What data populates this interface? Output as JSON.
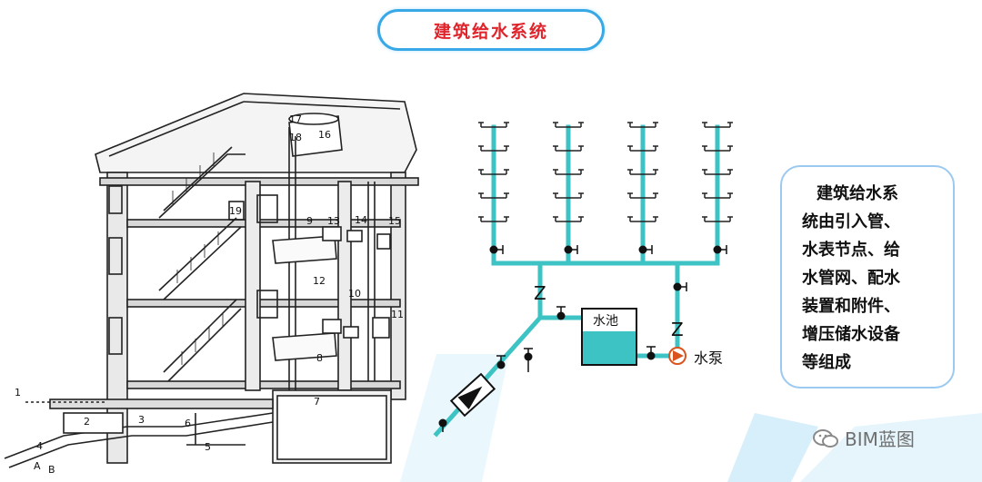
{
  "header": {
    "title": "建筑给水系统"
  },
  "building": {
    "numbers": [
      "1",
      "2",
      "3",
      "4",
      "5",
      "6",
      "7",
      "8",
      "9",
      "10",
      "11",
      "12",
      "13",
      "14",
      "15",
      "16",
      "17",
      "18",
      "19"
    ],
    "pipe_markers": [
      "A",
      "B"
    ]
  },
  "schematic": {
    "tank_label": "水池",
    "pump_label": "水泵",
    "check_valve_label": "Z"
  },
  "description": {
    "lines": [
      "建筑给水系",
      "统由引入管、",
      "水表节点、给",
      "水管网、配水",
      "装置和附件、",
      "增压储水设备",
      "等组成"
    ]
  },
  "watermark": {
    "text": "BIM蓝图"
  },
  "colors": {
    "accent": "#39a8e6",
    "title": "#e0242b",
    "pipe": "#3ec3c4",
    "water": "#3ec3c4",
    "pump": "#d9541e"
  }
}
